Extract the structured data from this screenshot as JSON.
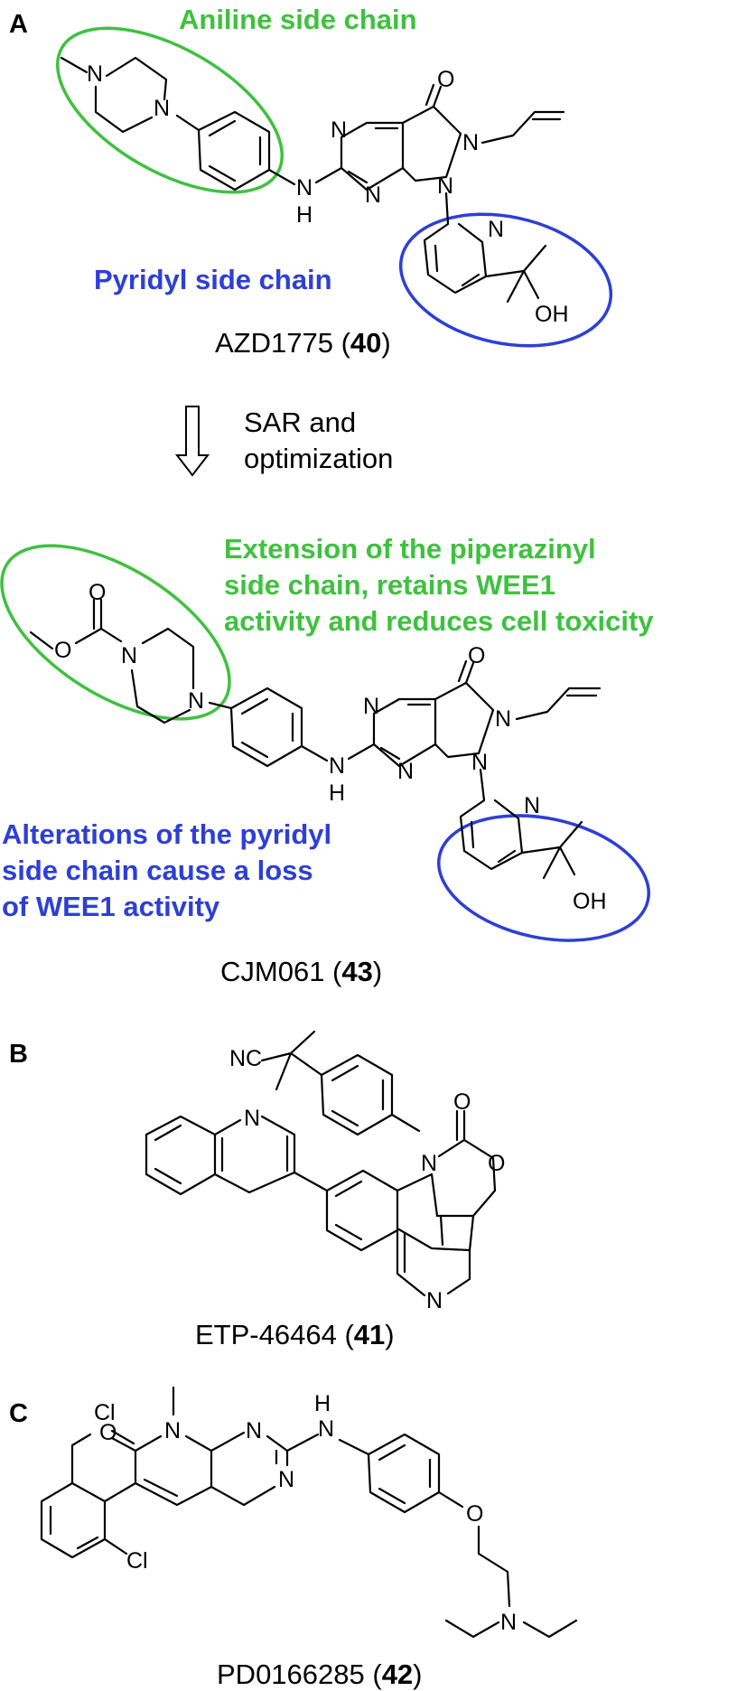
{
  "panels": {
    "a": "A",
    "b": "B",
    "c": "C"
  },
  "colors": {
    "green": "#3fc13f",
    "blue": "#2d3fd6"
  },
  "labels": {
    "aniline": "Aniline side chain",
    "pyridyl": "Pyridyl side chain",
    "sar_line1": "SAR and",
    "sar_line2": "optimization",
    "ext_line1": "Extension of the piperazinyl",
    "ext_line2": "side chain, retains WEE1",
    "ext_line3": "activity and reduces cell toxicity",
    "alt_line1": "Alterations of the pyridyl",
    "alt_line2": "side chain cause a loss",
    "alt_line3": "of WEE1 activity"
  },
  "compounds": [
    {
      "name": "AZD1775",
      "num": "40"
    },
    {
      "name": "CJM061",
      "num": "43"
    },
    {
      "name": "ETP-46464",
      "num": "41"
    },
    {
      "name": "PD0166285",
      "num": "42"
    }
  ],
  "atoms": {
    "N": "N",
    "O": "O",
    "H": "H",
    "OH": "OH",
    "NC": "NC",
    "Cl": "Cl"
  }
}
